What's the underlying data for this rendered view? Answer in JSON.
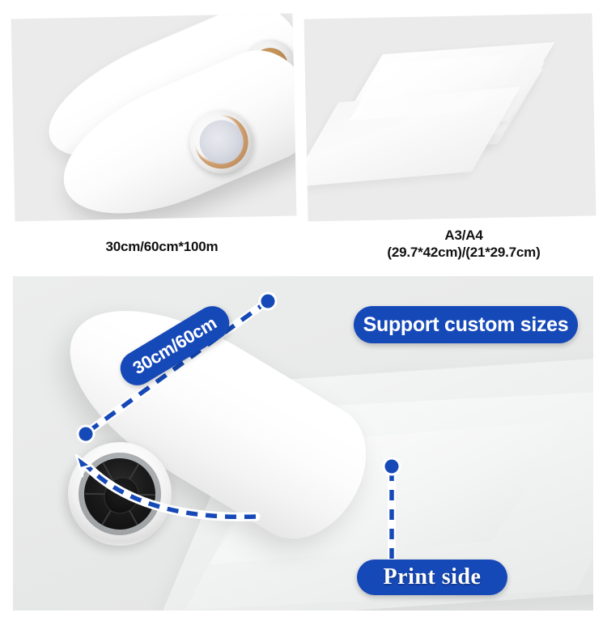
{
  "page": {
    "background": "#ffffff",
    "accent_blue": "#1649b8",
    "panel_gray": "#ebebeb"
  },
  "top_section": {
    "panels": [
      {
        "name": "film-rolls",
        "caption": "30cm/60cm*100m",
        "caption_lines": [
          "30cm/60cm*100m"
        ]
      },
      {
        "name": "cut-sheets",
        "caption_lines": [
          "A3/A4",
          "(29.7*42cm)/(21*29.7cm)"
        ]
      }
    ]
  },
  "hero_section": {
    "badges": [
      {
        "id": "support-custom-sizes",
        "label": "Support custom sizes"
      },
      {
        "id": "roll-width",
        "label": "30cm/60cm"
      },
      {
        "id": "print-side",
        "label": "Print side"
      }
    ],
    "annotations": {
      "width_line": "dashed-measure-line",
      "unwind_arrow": "curved-dashed-arrow",
      "print_side_leader": "vertical-dashed-leader"
    }
  }
}
